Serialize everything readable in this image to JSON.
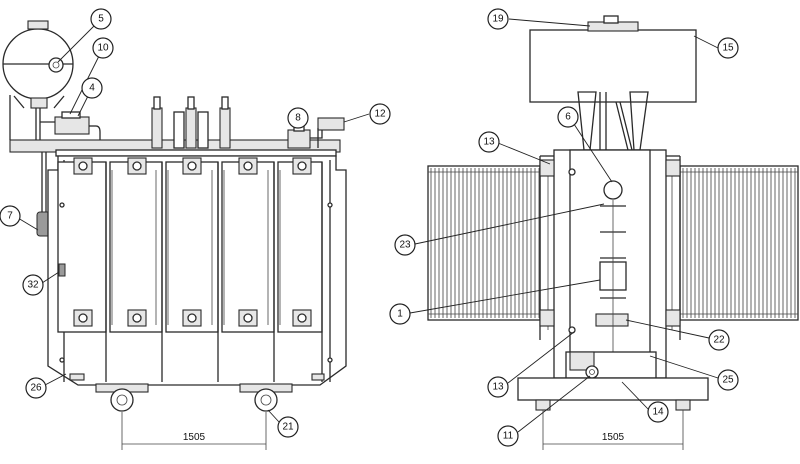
{
  "front_view": {
    "callouts": {
      "c5": "5",
      "c10": "10",
      "c4": "4",
      "c8": "8",
      "c12": "12",
      "c7": "7",
      "c32": "32",
      "c26": "26",
      "c21": "21"
    },
    "dimension": "1505"
  },
  "side_view": {
    "callouts": {
      "c19": "19",
      "c15": "15",
      "c6": "6",
      "c13_top": "13",
      "c23": "23",
      "c1": "1",
      "c22": "22",
      "c13_bottom": "13",
      "c25": "25",
      "c14": "14",
      "c11": "11"
    },
    "dimension": "1505"
  }
}
